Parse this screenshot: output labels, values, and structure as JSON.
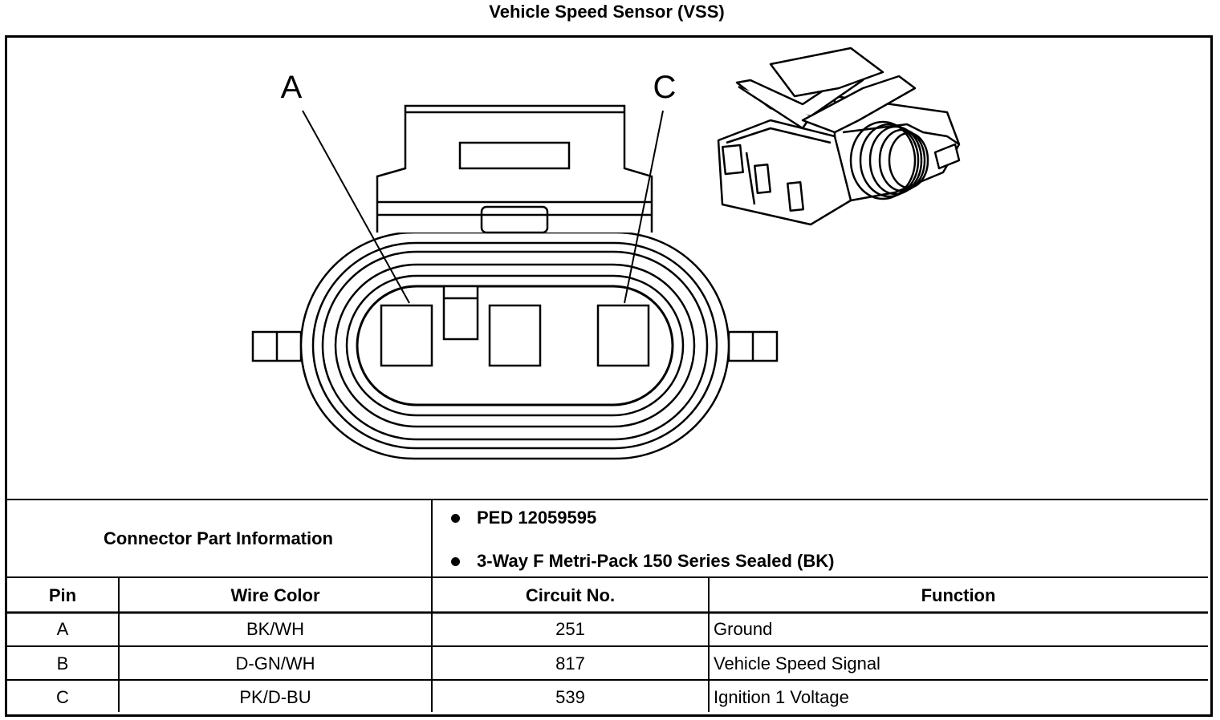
{
  "title": "Vehicle Speed Sensor (VSS)",
  "diagram": {
    "pin_label_a": "A",
    "pin_label_c": "C"
  },
  "connector_info": {
    "header": "Connector Part Information",
    "bullets": [
      "PED 12059595",
      "3-Way F Metri-Pack 150 Series Sealed (BK)"
    ]
  },
  "table": {
    "headers": [
      "Pin",
      "Wire Color",
      "Circuit No.",
      "Function"
    ],
    "rows": [
      [
        "A",
        "BK/WH",
        "251",
        "Ground"
      ],
      [
        "B",
        "D-GN/WH",
        "817",
        "Vehicle Speed Signal"
      ],
      [
        "C",
        "PK/D-BU",
        "539",
        "Ignition 1 Voltage"
      ]
    ]
  }
}
